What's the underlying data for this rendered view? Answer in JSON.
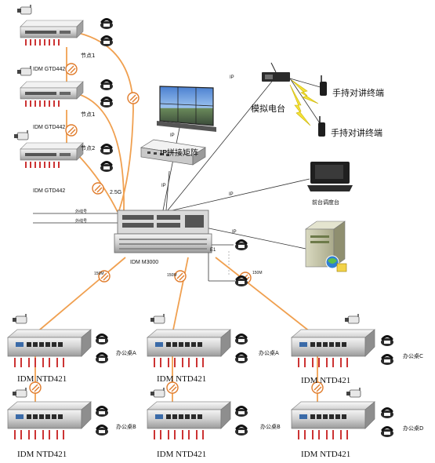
{
  "colors": {
    "fiber": "#f0a050",
    "lightning": "#f5e23a",
    "link": "#333333",
    "device_body": "#c8c8c8",
    "device_top": "#e6e6e6",
    "server": "#8cc06a",
    "text": "#111111"
  },
  "nodes": {
    "gtd_a": {
      "model": "IDM GTD442",
      "node": "节点1"
    },
    "gtd_b": {
      "model": "IDM GTD442",
      "node": "节点1"
    },
    "gtd_c": {
      "model": "IDM GTD442",
      "node": "节点2"
    },
    "core": {
      "model": "IDM M3000",
      "outer1": "外线号",
      "outer2": "外线号",
      "e1": "E1"
    },
    "ntd_1": {
      "model": "IDM  NTD421",
      "desk": "办公桌A"
    },
    "ntd_2": {
      "model": "IDM  NTD421",
      "desk": "办公桌B"
    },
    "ntd_3": {
      "model": "IDM  NTD421",
      "desk": "办公桌A"
    },
    "ntd_4": {
      "model": "IDM  NTD421",
      "desk": "办公桌B"
    },
    "ntd_5": {
      "model": "IDM  NTD421",
      "desk": "办公桌C"
    },
    "ntd_6": {
      "model": "IDM  NTD421",
      "desk": "办公桌D"
    }
  },
  "links": {
    "ring_speed": "2.5G",
    "fiber_left": "150M",
    "fiber_mid": "150M",
    "fiber_right": "150M",
    "ip_wall": "IP",
    "ip_matrix": "IP",
    "ip_radio": "IP",
    "ip_console": "IP",
    "ip_server": "IP"
  },
  "labels": {
    "matrix": "IP拼接矩阵",
    "radio": "模拟电台",
    "handheld_1": "手持对讲终端",
    "handheld_2": "手持对讲终端",
    "console": "前台调度台"
  },
  "icons": [
    "camera-icon",
    "phone-icon",
    "fiber-coupler-icon",
    "video-wall-icon",
    "switch-icon",
    "radio-icon",
    "walkie-talkie-icon",
    "console-icon",
    "server-icon"
  ]
}
